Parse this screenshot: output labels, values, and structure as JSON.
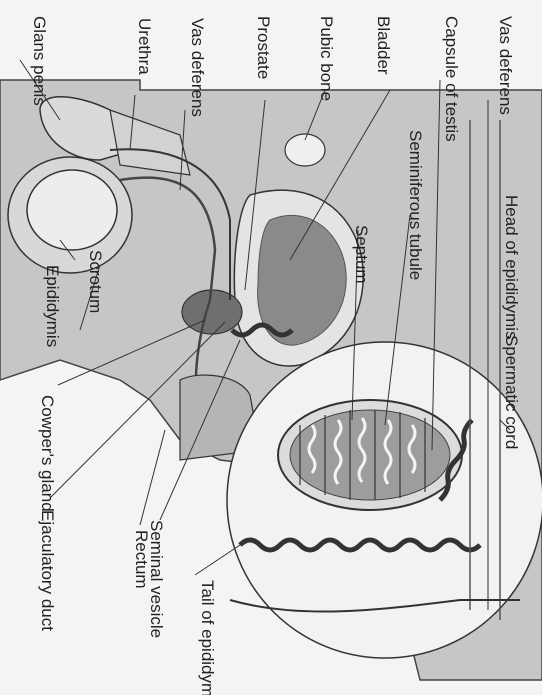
{
  "labels": {
    "glans_penis": "Glans penis",
    "urethra": "Urethra",
    "vas_deferens_left": "Vas deferens",
    "prostate": "Prostate",
    "pubic_bone": "Pubic bone",
    "bladder": "Bladder",
    "capsule_of_testis": "Capsule of testis",
    "vas_deferens_right": "Vas deferens",
    "seminiferous_tubule": "Seminiferous tubule",
    "septum": "Septum",
    "head_of_epididymis": "Head of epididymis",
    "spermatic_cord": "Spermatic cord",
    "scrotum": "Scrotum",
    "epididymis": "Epididymis",
    "cowpers_gland": "Cowper's gland",
    "ejaculatory_duct": "Ejaculatory duct",
    "rectum": "Rectum",
    "seminal_vesicle": "Seminal vesicle",
    "tail_of_epididymis": "Tail of epididymis"
  },
  "colors": {
    "body_fill": "#c9c9c9",
    "organ_fill": "#e2e2e2",
    "dark_tissue": "#8c8c8c",
    "line": "#333333",
    "background": "#f4f4f2"
  }
}
